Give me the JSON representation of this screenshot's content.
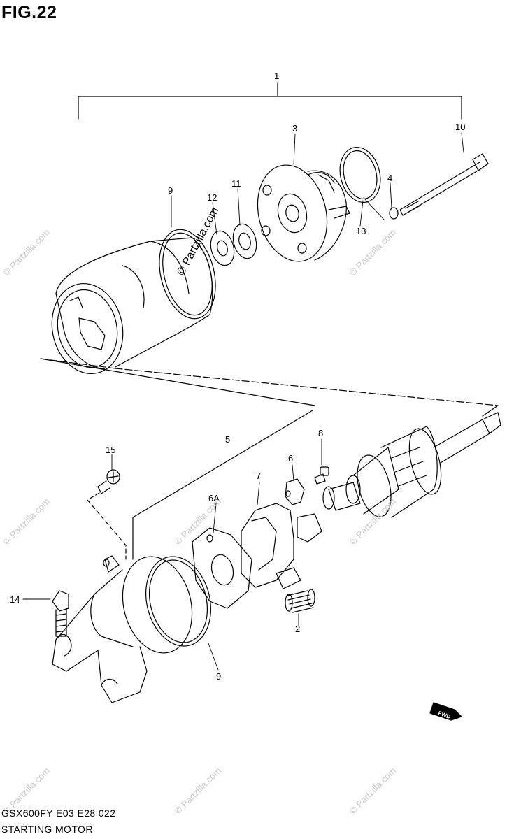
{
  "figure": {
    "title": "FIG.22",
    "code": "GSX600FY E03 E28  022",
    "name": "STARTING MOTOR"
  },
  "callouts": {
    "c1": "1",
    "c2": "2",
    "c3": "3",
    "c4": "4",
    "c5": "5",
    "c6": "6",
    "c6a": "6A",
    "c7": "7",
    "c8": "8",
    "c9_top": "9",
    "c9_bottom": "9",
    "c10": "10",
    "c11": "11",
    "c12": "12",
    "c13": "13",
    "c14": "14",
    "c15": "15"
  },
  "watermark": {
    "text": "© Partzilla.com"
  },
  "fwd_label": "FWD"
}
